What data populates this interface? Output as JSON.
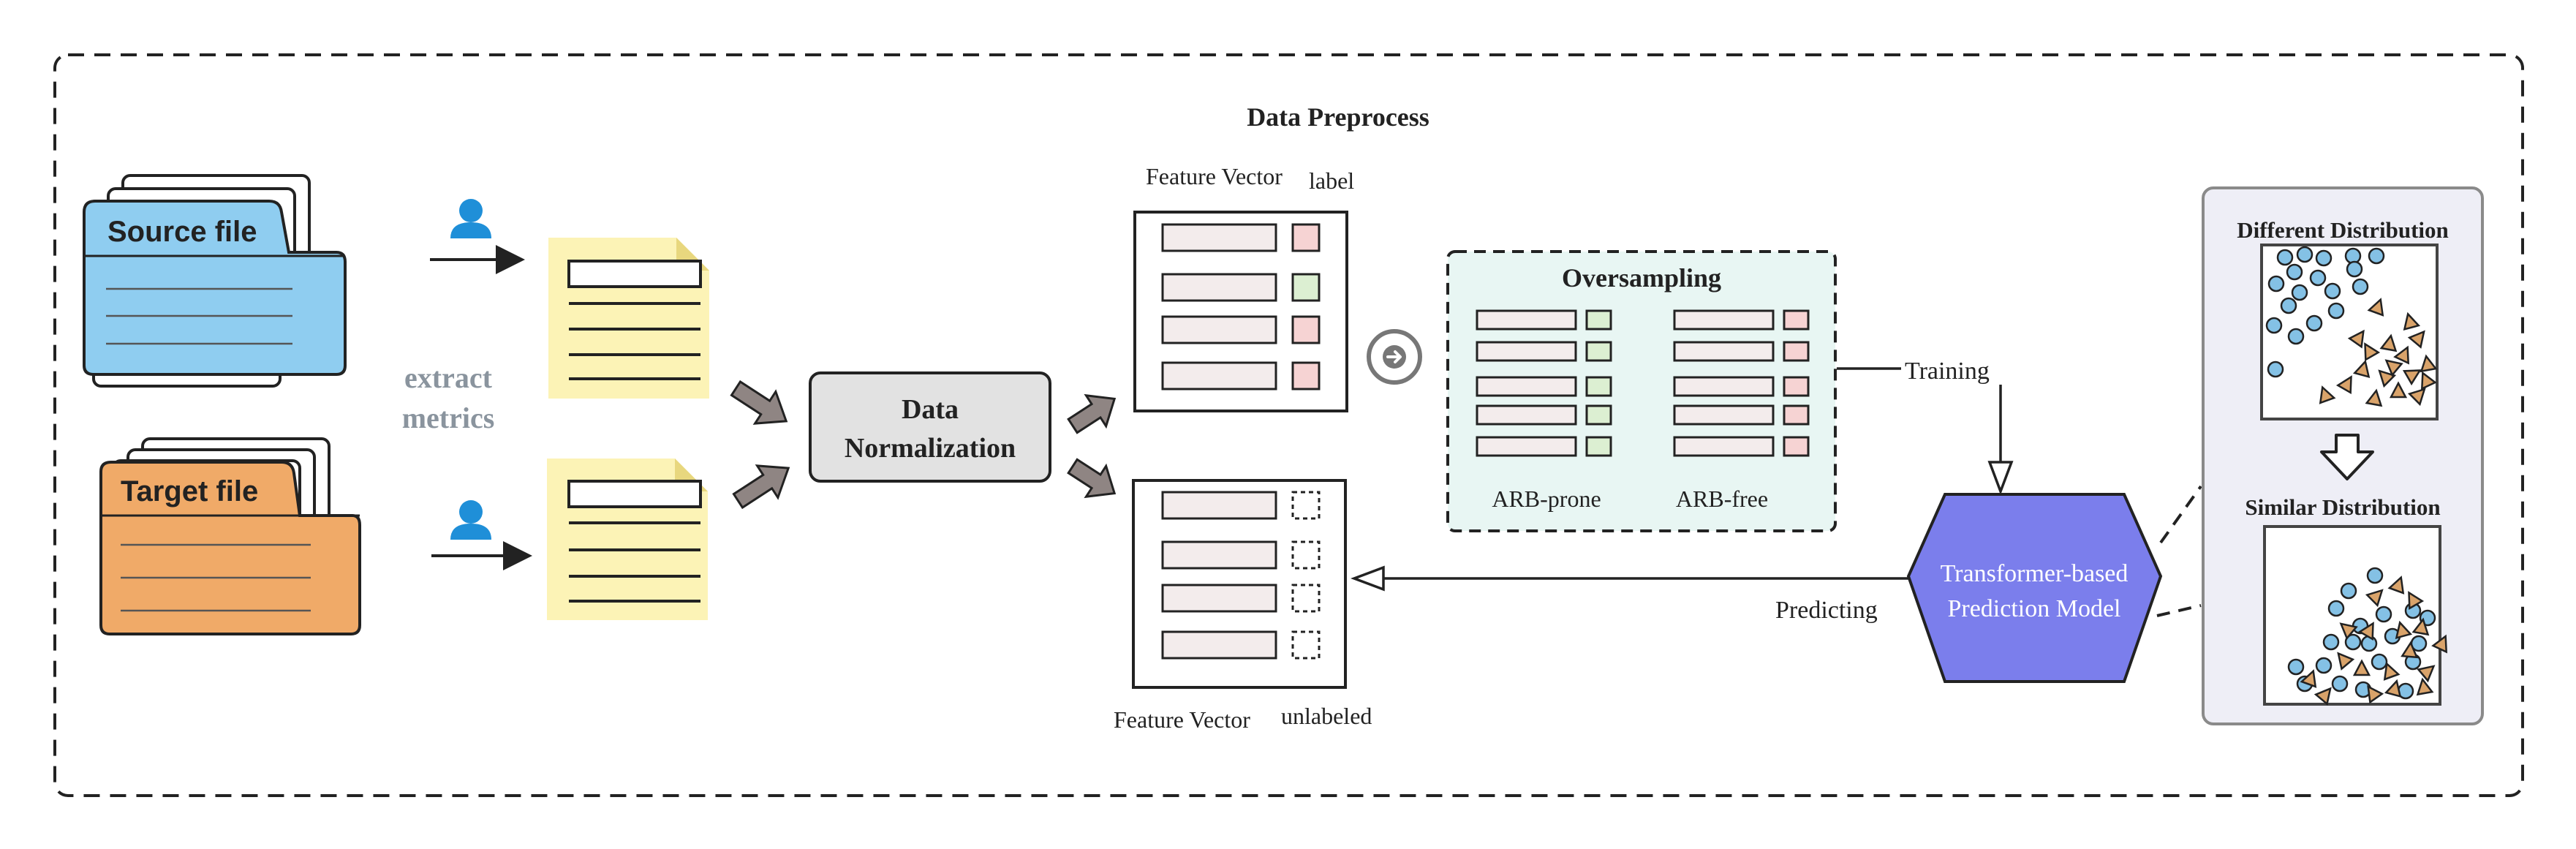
{
  "title": "Data Preprocess",
  "source_file": "Source file",
  "target_file": "Target file",
  "extract_metrics": [
    "extract",
    "metrics"
  ],
  "normalization": [
    "Data",
    "Normalization"
  ],
  "fv_labeled": {
    "text": "Feature Vector",
    "tag": "label"
  },
  "fv_unlabeled": {
    "text": "Feature Vector",
    "tag": "unlabeled"
  },
  "oversampling": {
    "title": "Oversampling",
    "left": "ARB-prone",
    "right": "ARB-free"
  },
  "training": "Training",
  "predicting": "Predicting",
  "model": [
    "Transformer-based",
    "Prediction Model"
  ],
  "different_distribution": "Different Distribution",
  "similar_distribution": "Similar Distribution",
  "colors": {
    "source": "#8fcdf0",
    "target": "#f0aa68",
    "note": "#fcf3b6",
    "norm_box": "#e2e2e2",
    "oversampling_bg": "#e8f6f3",
    "model": "#7b7eec",
    "dist_panel": "#eeeef6",
    "dot": "#84c1e5",
    "tri": "#d9a36a",
    "label_pink": "#f6d3d3",
    "label_green": "#dcefd2",
    "bar": "#f3ecec",
    "arrow_gray": "#8f8583"
  },
  "icons": [
    "user-icon",
    "arrow-circle-icon",
    "down-arrow-icon"
  ]
}
